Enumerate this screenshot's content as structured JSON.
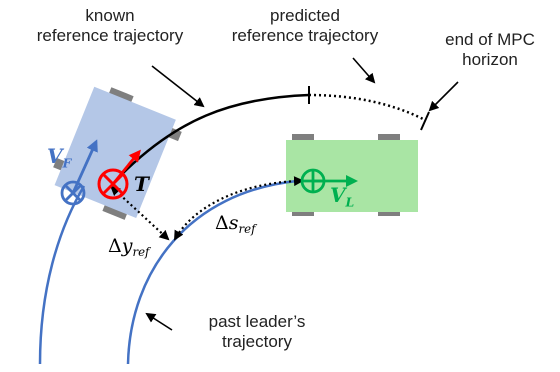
{
  "labels": {
    "known_ref": [
      "known",
      "reference trajectory"
    ],
    "predicted_ref": [
      "predicted",
      "reference trajectory"
    ],
    "end_mpc": [
      "end of MPC",
      "horizon"
    ],
    "past_leader": [
      "past leader’s",
      "trajectory"
    ]
  },
  "symbols": {
    "vf_main": "V",
    "vf_sub": "F",
    "vl_main": "V",
    "vl_sub": "L",
    "t": "T",
    "dy_delta": "Δ",
    "dy_main": "y",
    "dy_sub": "ref",
    "ds_delta": "Δ",
    "ds_main": "s",
    "ds_sub": "ref"
  },
  "colors": {
    "follower_body": "#b4c7e7",
    "leader_body": "#a9e5a4",
    "follower_arrow": "#4472c4",
    "leader_arrow": "#00b050",
    "target": "#ff0000",
    "trajectory": "#4472c4",
    "wheel": "#7f7f7f",
    "reference": "#000000"
  }
}
